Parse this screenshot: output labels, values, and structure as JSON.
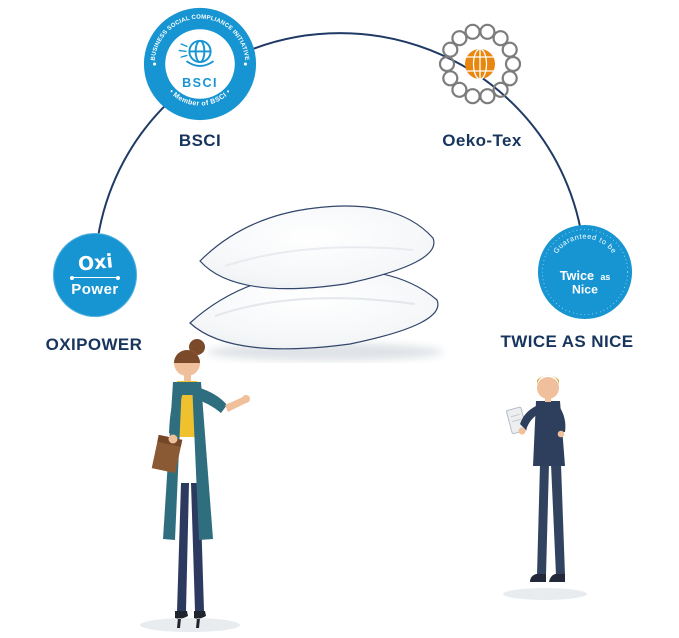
{
  "badges": {
    "bsci": {
      "ring_top": "BUSINESS SOCIAL COMPLIANCE INITIATIVE",
      "ring_bottom": "• Member of BSCI •",
      "center": "BSCI",
      "label": "BSCI",
      "color": "#1795d3"
    },
    "oekotex": {
      "label": "Oeko-Tex",
      "loop_color": "#7c7c7c",
      "globe_color": "#e8860d"
    },
    "oxipower": {
      "word1": "Oxi",
      "word2": "Power",
      "label": "OXIPOWER",
      "color": "#1795d3"
    },
    "twice_as_nice": {
      "arc_text": "Guaranteed to be",
      "word1": "Twice",
      "word2": "as",
      "word3": "Nice",
      "label": "TWICE AS NICE",
      "color": "#1795d3"
    }
  },
  "colors": {
    "label_navy": "#17355d",
    "arc_navy": "#203a66",
    "badge_blue": "#1795d3",
    "oeko_orange": "#e8860d",
    "pillow_piping": "#32456b"
  }
}
